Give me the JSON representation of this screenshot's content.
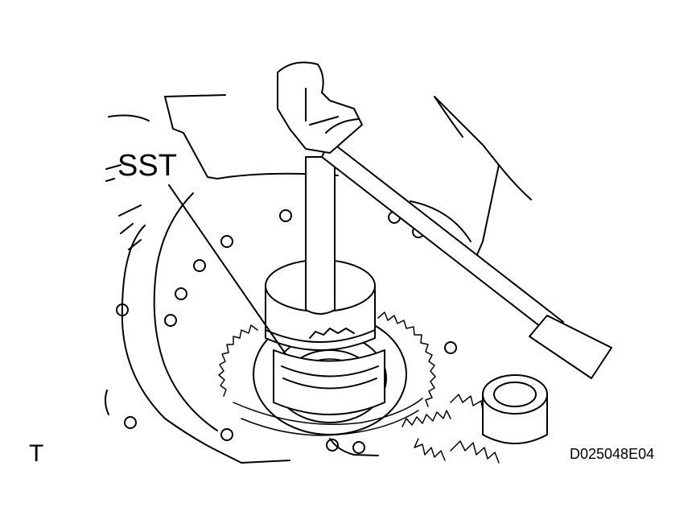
{
  "illustration": {
    "callout_label": "SST",
    "corner_mark": "T",
    "figure_code": "D025048E04"
  }
}
